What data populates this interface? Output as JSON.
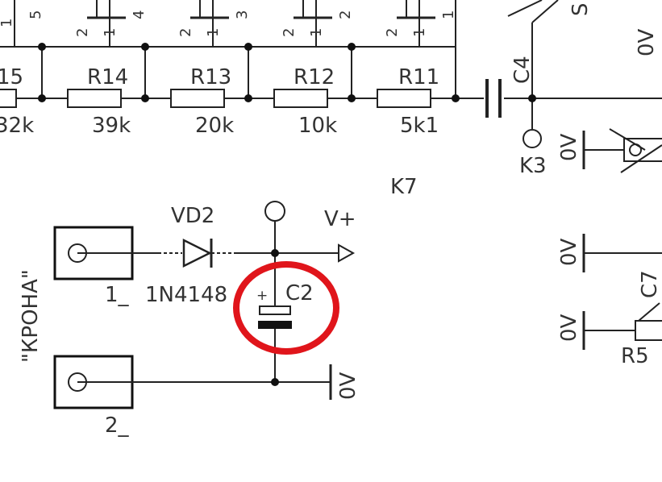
{
  "labels": {
    "r15": "15",
    "r14": "R14",
    "r13": "R13",
    "r12": "R12",
    "r11": "R11",
    "v15": "32k",
    "v14": "39k",
    "v13": "20k",
    "v12": "10k",
    "v11": "5k1",
    "c4": "C4",
    "k3": "K3",
    "k7": "K7",
    "vd2": "VD2",
    "vd2_part": "1N4148",
    "vplus": "V+",
    "c2": "C2",
    "c2_plus": "+",
    "krona": "\"КРОНА\"",
    "term1": "1_",
    "term2": "2_",
    "zero_v": "0V",
    "c7": "C7",
    "r5": "R5",
    "s_top": "S"
  },
  "switch_pins": [
    {
      "top": "1",
      "side": "5"
    },
    {
      "top": "2",
      "mid": "1",
      "side": "4"
    },
    {
      "top": "2",
      "mid": "1",
      "side": "3"
    },
    {
      "top": "2",
      "mid": "1",
      "side": "2"
    },
    {
      "top": "2",
      "mid": "1",
      "side": "1"
    }
  ],
  "highlight": {
    "color": "#e0151b",
    "target": "C2"
  }
}
